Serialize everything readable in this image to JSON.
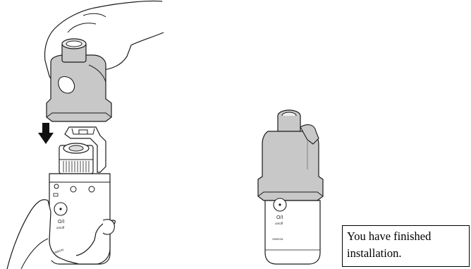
{
  "caption": {
    "line1": "You have finished",
    "line2": "installation."
  },
  "left_device": {
    "power_label": "O/I",
    "power_sub": "on/off",
    "brand": "OMRON"
  },
  "right_device": {
    "power_label": "O/I",
    "power_sub": "on/off",
    "brand": "OMRON"
  },
  "colors": {
    "medication_chamber": "#c8c8c8",
    "outline": "#1a1a1a",
    "arrow": "#111111"
  },
  "icons": [
    "down-arrow-icon",
    "power-button-icon"
  ]
}
